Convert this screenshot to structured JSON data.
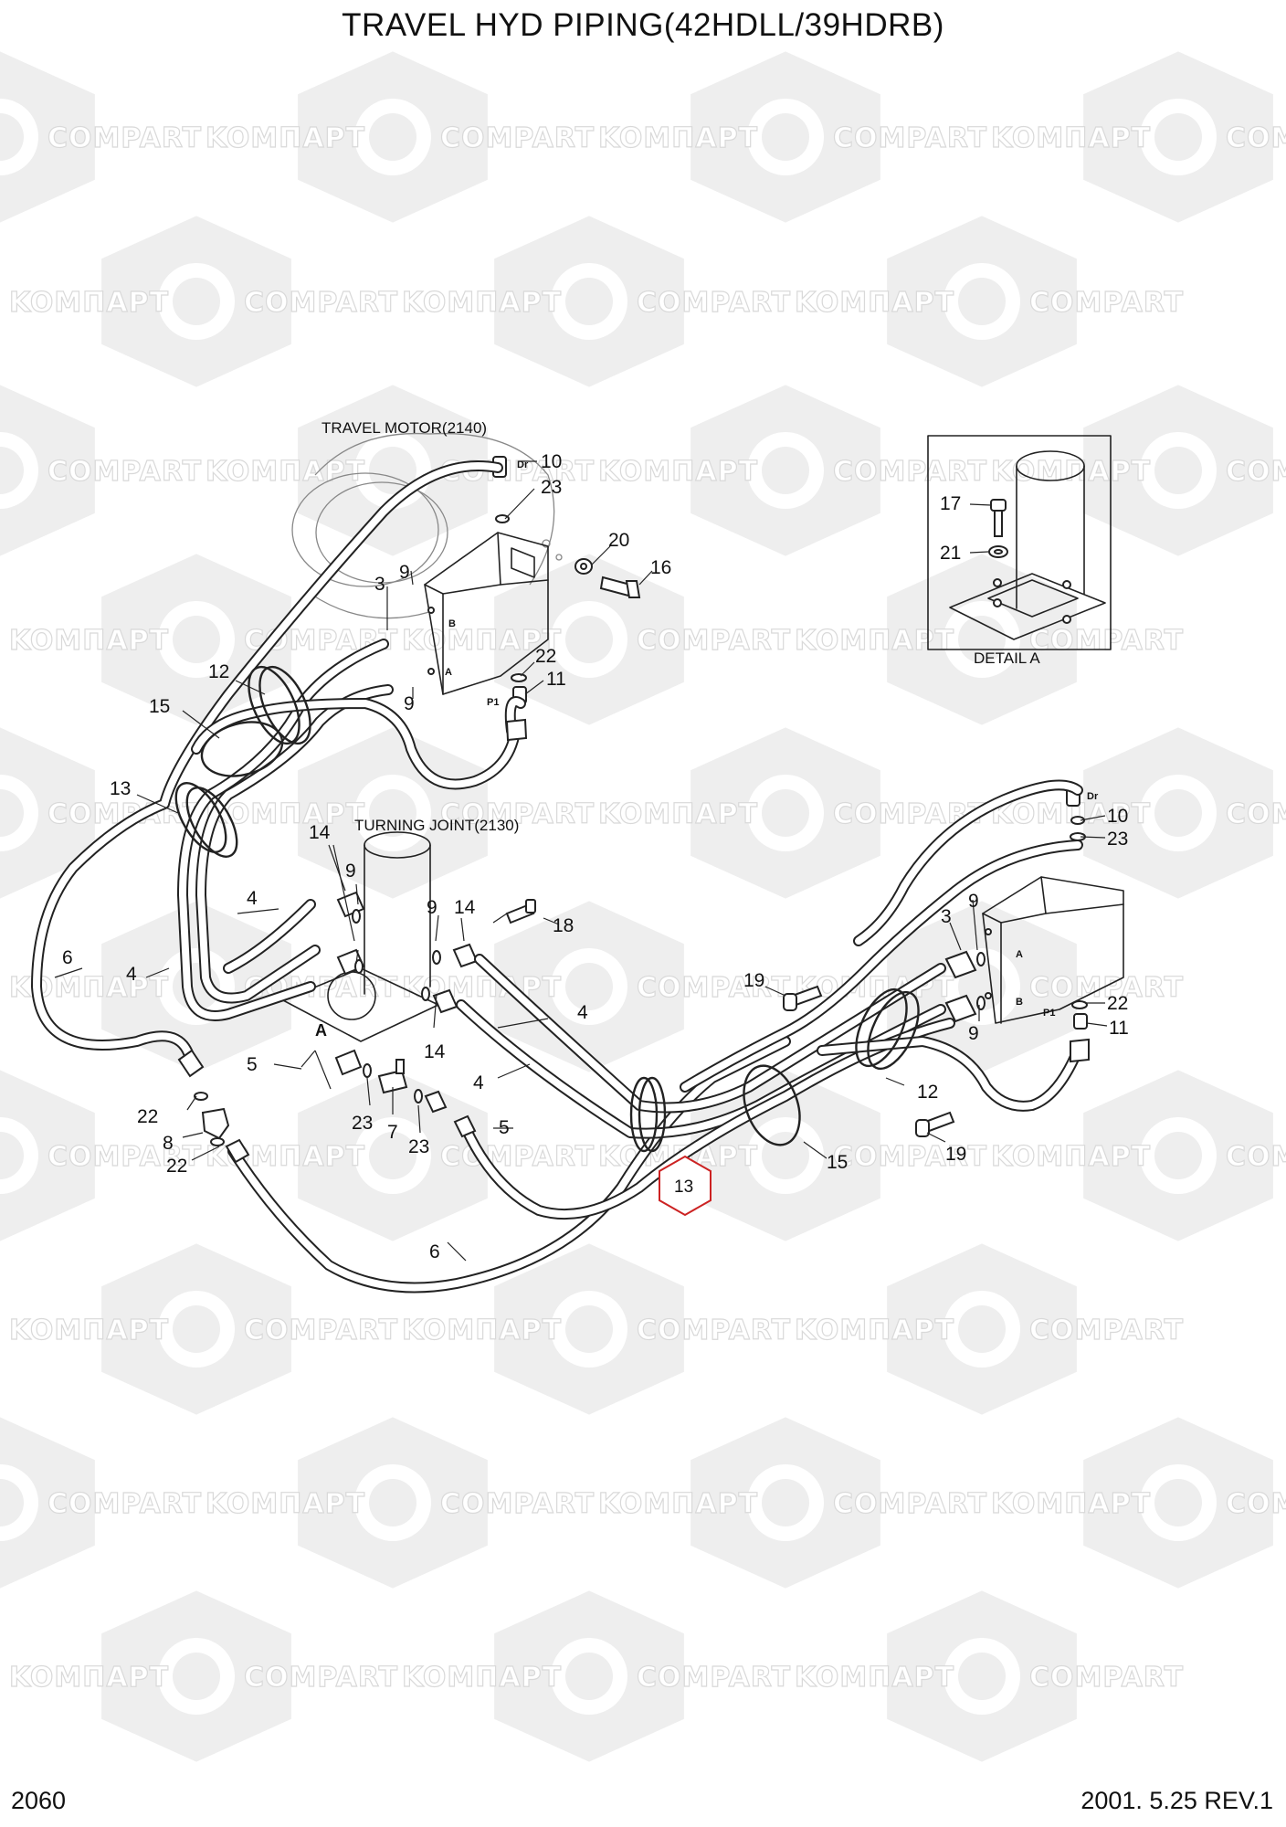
{
  "title": "TRAVEL HYD PIPING(42HDLL/39HDRB)",
  "page_number": "2060",
  "revision": "2001. 5.25  REV.1",
  "watermark": {
    "text_cyr": "KOMПAPT",
    "text_lat": "COMPART"
  },
  "labels": {
    "travel_motor": "TRAVEL MOTOR(2140)",
    "turning_joint": "TURNING JOINT(2130)",
    "detail_a": "DETAIL A",
    "view_a": "A",
    "port_dr": "Dr",
    "port_b": "B",
    "port_a": "A",
    "port_p1": "P1"
  },
  "callouts": [
    "10",
    "23",
    "20",
    "16",
    "9",
    "3",
    "9",
    "22",
    "11",
    "12",
    "15",
    "13",
    "14",
    "9",
    "9",
    "14",
    "18",
    "4",
    "4",
    "6",
    "4",
    "5",
    "14",
    "19",
    "4",
    "12",
    "3",
    "9",
    "9",
    "22",
    "11",
    "10",
    "23",
    "5",
    "22",
    "8",
    "22",
    "23",
    "7",
    "23",
    "15",
    "19",
    "6",
    "17",
    "21"
  ],
  "highlight": {
    "label": "13"
  }
}
